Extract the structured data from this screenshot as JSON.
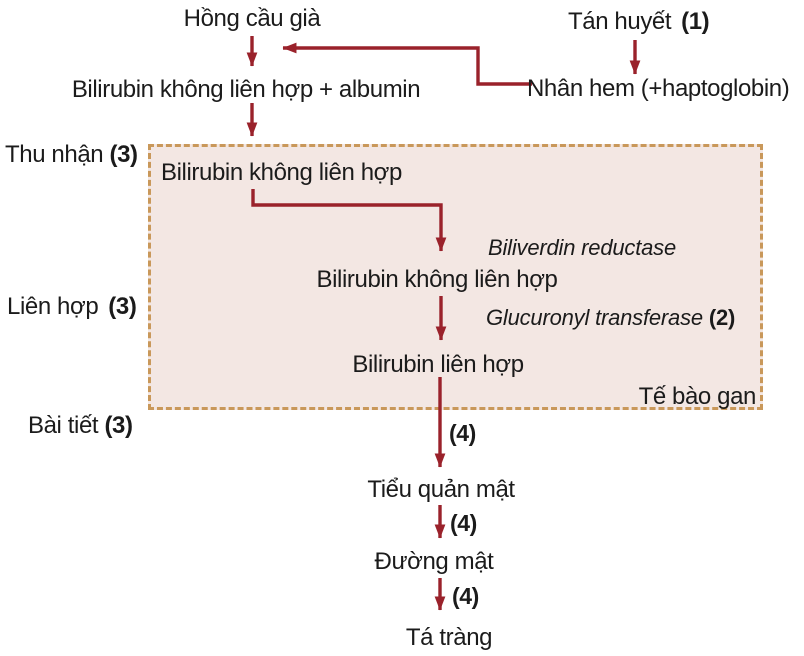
{
  "colors": {
    "arrow": "#9a222b",
    "box_fill": "#f3e7e3",
    "box_border": "#c9985a",
    "text": "#1b1b1b"
  },
  "diagram": {
    "top": {
      "old_rbc": "Hồng cầu già",
      "hemolysis": "Tán huyết",
      "hemolysis_step": "(1)",
      "heme": "Nhân hem (+haptoglobin)",
      "unconj_albumin": "Bilirubin không liên hợp + albumin"
    },
    "stages": {
      "uptake": "Thu nhận",
      "uptake_step": "(3)",
      "conjugation": "Liên hợp",
      "conjugation_step": "(3)",
      "excretion": "Bài tiết",
      "excretion_step": "(3)"
    },
    "liver": {
      "label": "Tế bào gan",
      "unconj_1": "Bilirubin không liên hợp",
      "biliverdin_reductase": "Biliverdin reductase",
      "unconj_2": "Bilirubin không liên hợp",
      "glucuronyl_transferase": "Glucuronyl transferase",
      "glucuronyl_step": "(2)",
      "conj": "Bilirubin liên hợp"
    },
    "bottom": {
      "step_a": "(4)",
      "bile_canaliculi": "Tiểu quản mật",
      "step_b": "(4)",
      "bile_duct": "Đường mật",
      "step_c": "(4)",
      "duodenum": "Tá tràng"
    }
  }
}
